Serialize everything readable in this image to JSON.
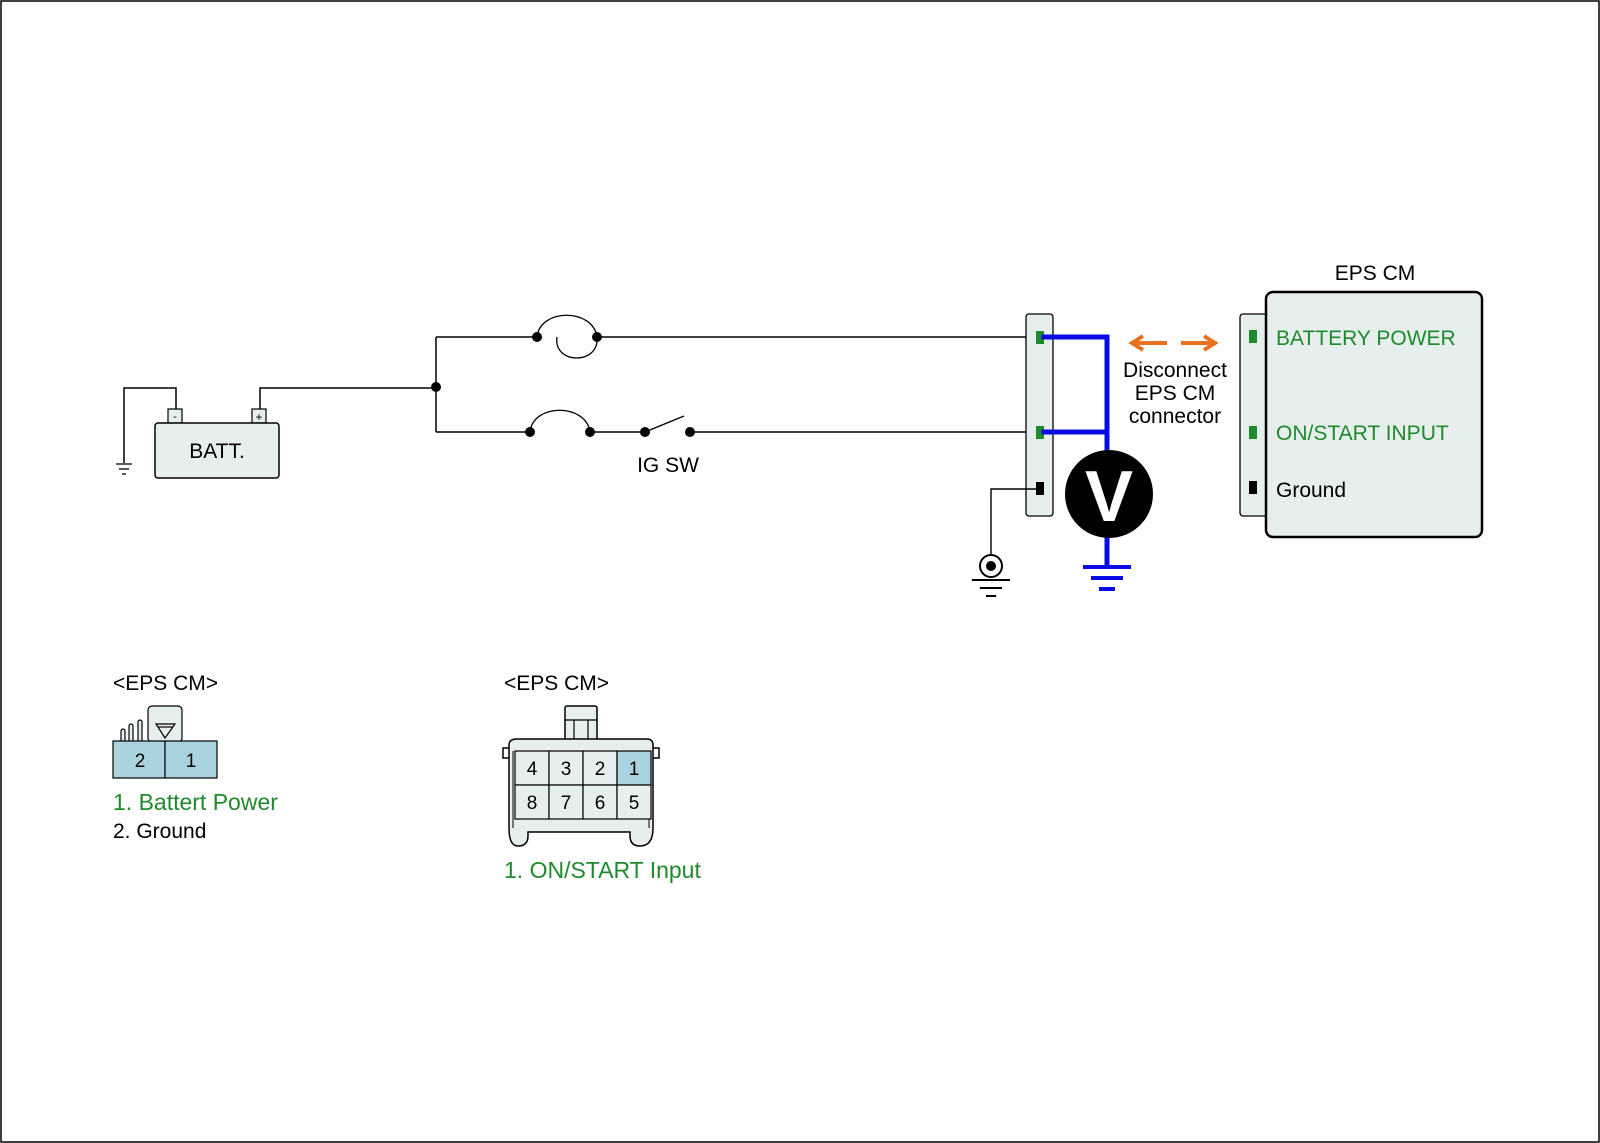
{
  "battery": {
    "label": "BATT.",
    "neg": "-",
    "pos": "+"
  },
  "switch": {
    "label": "IG SW"
  },
  "module": {
    "title": "EPS CM",
    "pins": [
      "BATTERY POWER",
      "ON/START INPUT",
      "Ground"
    ]
  },
  "instruction": {
    "line1": "Disconnect",
    "line2": "EPS CM",
    "line3": "connector"
  },
  "meter": {
    "symbol": "V"
  },
  "connector_a": {
    "title": "<EPS CM>",
    "pins": [
      "2",
      "1"
    ],
    "legend": [
      "1. Battert Power",
      "2. Ground"
    ]
  },
  "connector_b": {
    "title": "<EPS CM>",
    "pins_top": [
      "4",
      "3",
      "2",
      "1"
    ],
    "pins_bottom": [
      "8",
      "7",
      "6",
      "5"
    ],
    "legend": [
      "1. ON/START Input"
    ]
  },
  "colors": {
    "probe_wire": "#0a0ae6",
    "legend_green": "#1f8a2a",
    "arrow": "#e8701e",
    "pin_highlight": "#a9d3df",
    "box_fill": "#e6eeee"
  }
}
